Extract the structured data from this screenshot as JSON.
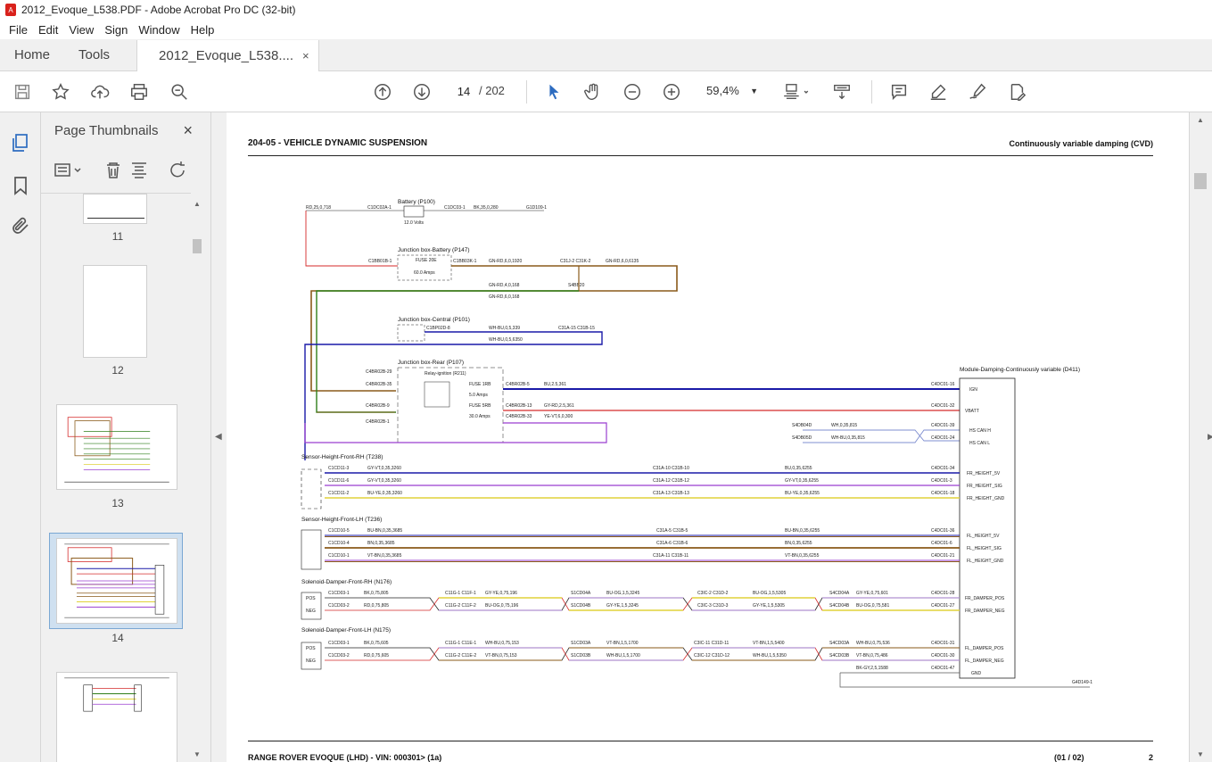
{
  "window": {
    "title": "2012_Evoque_L538.PDF - Adobe Acrobat Pro DC (32-bit)"
  },
  "menu": [
    "File",
    "Edit",
    "View",
    "Sign",
    "Window",
    "Help"
  ],
  "tabs": {
    "home": "Home",
    "tools": "Tools",
    "doc": "2012_Evoque_L538....",
    "doc_close": "×"
  },
  "toolbar": {
    "page_current": "14",
    "page_total": "/ 202",
    "zoom": "59,4%"
  },
  "thumbnails": {
    "title": "Page Thumbnails",
    "close": "×",
    "pages": [
      "11",
      "12",
      "13",
      "14"
    ]
  },
  "document": {
    "header_left": "204-05 - VEHICLE DYNAMIC SUSPENSION",
    "header_right": "Continuously variable damping (CVD)",
    "footer_left": "RANGE ROVER EVOQUE  (LHD) - VIN: 000301>  (1a)",
    "footer_mid": "(01 / 02)",
    "footer_right": "2"
  },
  "diagram": {
    "battery": "Battery (P100)",
    "battery_v": "12.0 Volts",
    "jb_battery": "Junction box-Battery (P147)",
    "fuse_20e": "FUSE 20E",
    "fuse_20e_amps": "60.0 Amps",
    "jb_central": "Junction box-Central (P101)",
    "jb_rear": "Junction box-Rear (P107)",
    "relay": "Relay-ignition (R211)",
    "fuse_1rb": "FUSE 1RB",
    "fuse_1rb_amps": "5.0 Amps",
    "fuse_5rb": "FUSE 5RB",
    "fuse_5rb_amps": "30.0 Amps",
    "module": "Module-Damping-Continuously variable (D411)",
    "sensor_rh": "Sensor-Height-Front-RH (T238)",
    "sensor_lh": "Sensor-Height-Front-LH (T236)",
    "damper_rh": "Solenoid-Damper-Front-RH (N176)",
    "damper_lh": "Solenoid-Damper-Front-LH (N175)",
    "pos": "POS",
    "neg": "NEG",
    "pins": [
      "IGN",
      "VBATT",
      "HS CAN H",
      "HS CAN L",
      "FR_HEIGHT_5V",
      "FR_HEIGHT_SIG",
      "FR_HEIGHT_GND",
      "FL_HEIGHT_5V",
      "FL_HEIGHT_SIG",
      "FL_HEIGHT_GND",
      "FR_DAMPER_POS",
      "FR_DAMPER_NEG",
      "FL_DAMPER_POS",
      "FL_DAMPER_NEG",
      "GND"
    ],
    "wires": {
      "w1": "RD,25,0,718",
      "w2": "BK,35,0,280",
      "w3": "GN-RD,6,0,1920",
      "w4": "GN-RD,6,0,6135",
      "w5": "GN-RD,4,0,168",
      "w6": "GN-RD,6,0,168",
      "w7": "WH-BU,0,5,339",
      "w8": "WH-BU,0,5,6350",
      "w9": "BU,2.5,361",
      "w10": "GY-RD,2.5,361",
      "w11": "YE-VT,6,0,300",
      "w12": "WH,0,35,815",
      "w13": "WH-BU,0,35,815",
      "w14": "GY-VT,0,35,3260",
      "w15": "BU-YE,0,35,3260",
      "w16": "BU,0,35,6255",
      "w17": "GY-VT,0,35,6255",
      "w18": "BU-YE,0,35,6255",
      "w19": "BU-BN,0,35,3685",
      "w20": "BN,0,35,3685",
      "w21": "VT-BN,0,35,3685",
      "w22": "BU-BN,0,35,6255",
      "w23": "BN,0,35,6255",
      "w24": "VT-BN,0,35,6255",
      "w25": "BK,0,75,805",
      "w26": "RD,0,75,805",
      "w27": "GY-YE,0,75,196",
      "w28": "BU-OG,0,75,196",
      "w29": "BU-OG,1,5,3245",
      "w30": "GY-YE,1,5,3245",
      "w31": "BU-OG,1,5,5305",
      "w32": "GY-YE,1,5,5305",
      "w33": "GY-YE,0,75,601",
      "w34": "BU-OG,0,75,581",
      "w35": "BK,0,75,605",
      "w36": "RD,0,75,605",
      "w37": "WH-BU,0,75,153",
      "w38": "VT-BN,0,75,153",
      "w39": "VT-BN,1,5,1700",
      "w40": "WH-BU,1,5,1700",
      "w41": "VT-BN,1,5,5400",
      "w42": "WH-BU,1,5,5350",
      "w43": "WH-BU,0,75,536",
      "w44": "VT-BN,0,75,486",
      "w45": "BK-GY,2,5,1588"
    },
    "connectors": {
      "c1": "C1DC02A-1",
      "c2": "C1DC03-1",
      "c3": "G1D109-1",
      "c4": "C1BB01B-1",
      "c5": "C1BB03K-1",
      "c6": "C31J-2 C31K-2",
      "c7": "S4BB20",
      "c8": "C1BP02D-8",
      "c9": "C31A-15 C31B-15",
      "c10": "C4BR02B-29",
      "c11": "C4BR02B-35",
      "c12": "C4BR02B-5",
      "c13": "C4BR02B-9",
      "c14": "C4BR02B-13",
      "c15": "C4BR02B-33",
      "c16": "C4BR02B-1",
      "c17": "S4DB04D",
      "c18": "S4DB05D",
      "c19": "C4DC01-16",
      "c20": "C4DC01-32",
      "c21": "C4DC01-39",
      "c22": "C4DC01-24",
      "c23": "C1CD11-3",
      "c24": "C1CD11-6",
      "c25": "C1CD11-2",
      "c26": "C31A-10 C31B-10",
      "c27": "C31A-12 C31B-12",
      "c28": "C31A-13 C31B-13",
      "c29": "C4DC01-34",
      "c30": "C4DC01-3",
      "c31": "C4DC01-18",
      "c32": "C1CD10-5",
      "c33": "C1CD10-4",
      "c34": "C1CD10-1",
      "c35": "C31A-5 C31B-5",
      "c36": "C31A-6 C31B-6",
      "c37": "C31A-11 C31B-11",
      "c38": "C4DC01-36",
      "c39": "C4DC01-6",
      "c40": "C4DC01-21",
      "c41": "C1CD03-1",
      "c42": "C1CD03-2",
      "c43": "C11G-1 C11F-1",
      "c44": "C11G-2 C11F-2",
      "c45": "S1CD04A",
      "c46": "S1CD04B",
      "c47": "C3IC-2 C31D-2",
      "c48": "C3IC-3 C31D-3",
      "c49": "S4CD04A",
      "c50": "S4CD04B",
      "c51": "C4DC01-28",
      "c52": "C4DC01-27",
      "c53": "C1CD03-1",
      "c54": "C1CD03-2",
      "c55": "C11G-1 C11E-1",
      "c56": "C11G-2 C11E-2",
      "c57": "S1CD03A",
      "c58": "S1CD03B",
      "c59": "C3IC-11 C31D-11",
      "c60": "C3IC-12 C31D-12",
      "c61": "S4CD03A",
      "c62": "S4CD03B",
      "c63": "C4DC01-31",
      "c64": "C4DC01-30",
      "c65": "C4DC01-47",
      "c66": "G4D149-1"
    }
  },
  "colors": {
    "red": "#d42a2a",
    "brown": "#8a5a1a",
    "blue": "#1a1aa8",
    "green": "#2f7f1a",
    "violet": "#9a3fd0",
    "yellow": "#e0d23a",
    "grey": "#9a9a9a",
    "black": "#222222",
    "accent": "#2d6cc0"
  }
}
